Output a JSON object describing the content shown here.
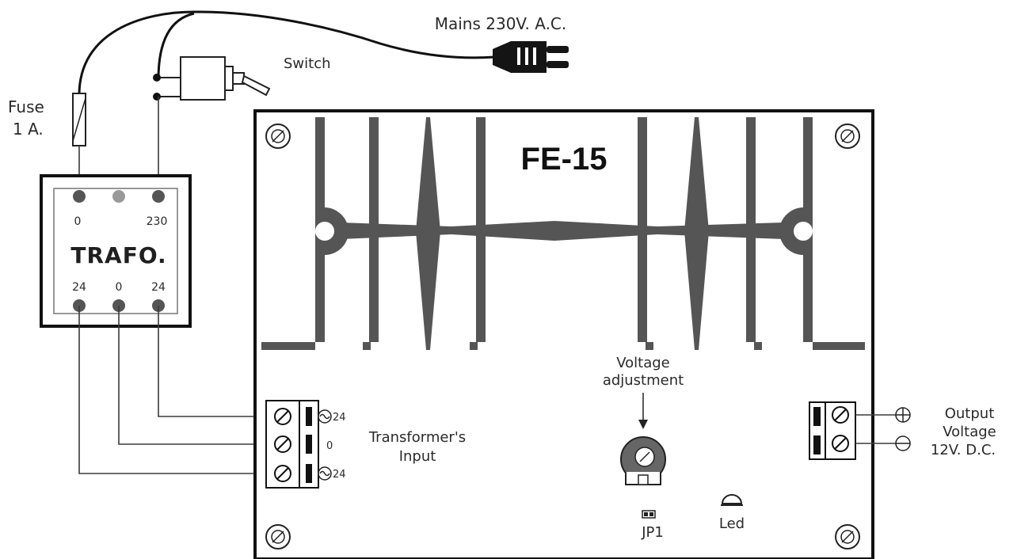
{
  "title": "FE-15",
  "mains": {
    "label": "Mains 230V. A.C."
  },
  "switch": {
    "label": "Switch"
  },
  "fuse": {
    "line1": "Fuse",
    "line2": "1 A."
  },
  "transformer": {
    "label": "TRAFO.",
    "primary_left": "0",
    "primary_right": "230",
    "secondary_left": "24",
    "secondary_mid": "0",
    "secondary_right": "24"
  },
  "input_terminal": {
    "pin_top": "24",
    "pin_mid": "0",
    "pin_bottom": "24",
    "label_line1": "Transformer's",
    "label_line2": "Input"
  },
  "voltage_adjust": {
    "line1": "Voltage",
    "line2": "adjustment"
  },
  "jumper": {
    "label": "JP1"
  },
  "led": {
    "label": "Led"
  },
  "output": {
    "line1": "Output",
    "line2": "Voltage",
    "line3": "12V. D.C."
  },
  "colors": {
    "heatsink": "#555555",
    "ink": "#1a1a1a",
    "wire": "#3a3a3a"
  }
}
